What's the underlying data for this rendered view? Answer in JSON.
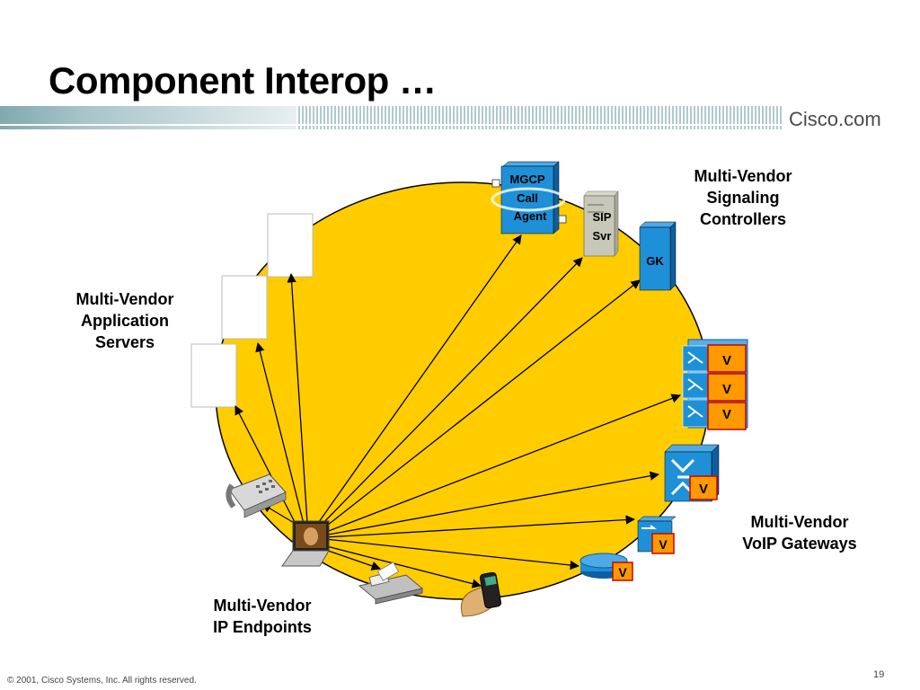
{
  "title": "Component Interop …",
  "logo_text": "Cisco.com",
  "labels": {
    "signaling": [
      "Multi-Vendor",
      "Signaling",
      "Controllers"
    ],
    "app_servers": [
      "Multi-Vendor",
      "Application",
      "Servers"
    ],
    "gateways": [
      "Multi-Vendor",
      "VoIP Gateways"
    ],
    "endpoints": [
      "Multi-Vendor",
      "IP Endpoints"
    ]
  },
  "devices": {
    "mgcp": [
      "MGCP",
      "Call",
      "Agent"
    ],
    "sip": [
      "SIP",
      "Svr"
    ],
    "gk": "GK",
    "voice_badge": "V"
  },
  "footer": "© 2001, Cisco Systems, Inc. All rights reserved.",
  "page_number": "19",
  "colors": {
    "ellipse": "#FFCC00",
    "device_blue": "#1E90D8",
    "badge": "#FF9900",
    "badge_border": "#CC0000"
  }
}
